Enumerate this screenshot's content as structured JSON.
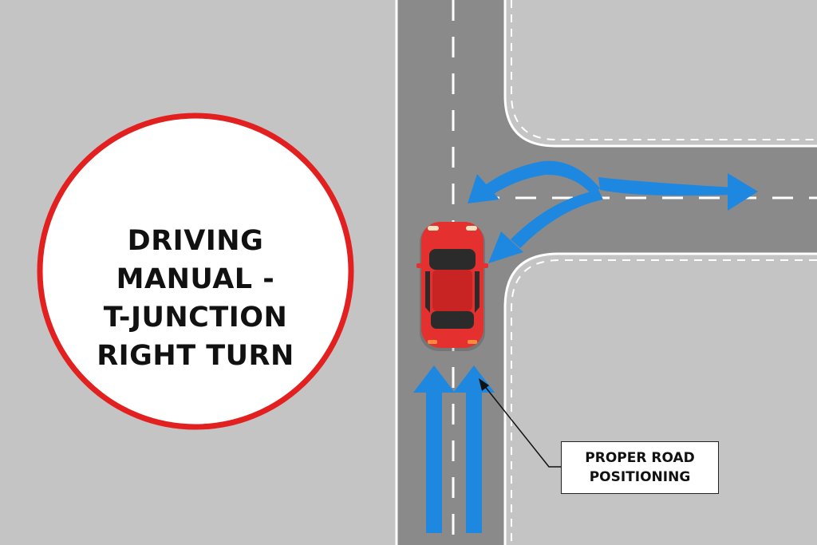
{
  "sign": {
    "lines": [
      "DRIVING MANUAL -",
      "T-JUNCTION",
      "RIGHT TURN"
    ]
  },
  "callout": {
    "lines": [
      "PROPER ROAD",
      "POSITIONING"
    ]
  },
  "colors": {
    "background": "#c4c4c4",
    "road": "#8a8a8a",
    "sign_border": "#e32020",
    "arrow": "#1e88e0",
    "car": "#e53030"
  }
}
